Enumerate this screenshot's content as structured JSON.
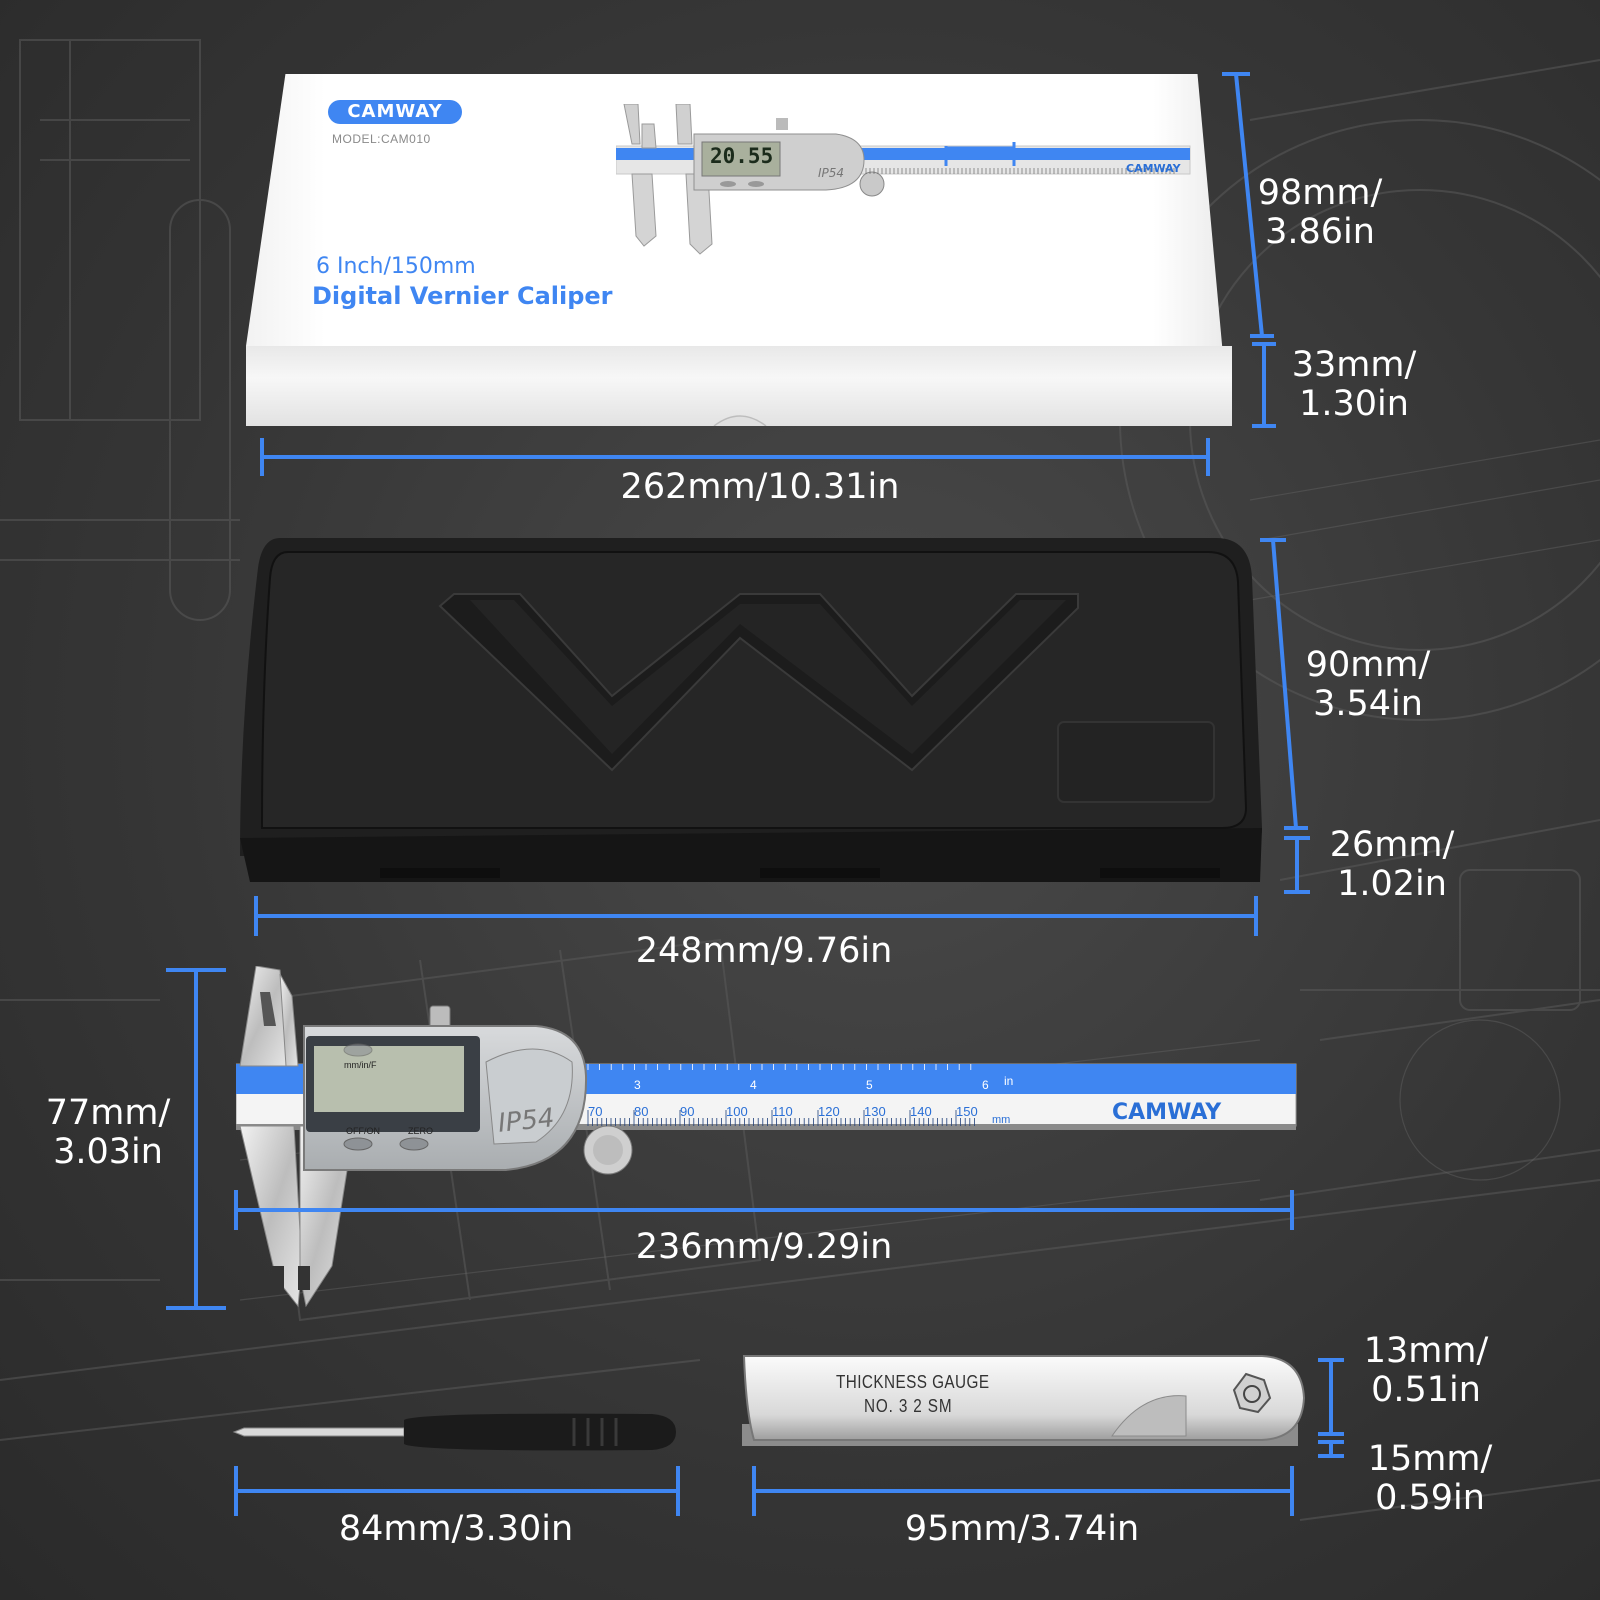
{
  "box": {
    "brand": "CAMWAY",
    "model": "MODEL:CAM010",
    "size_label": "6 Inch/150mm",
    "product_name": "Digital Vernier Caliper",
    "mini_display": "20.55",
    "mini_ip_rating": "IP54",
    "mini_brand": "CAMWAY"
  },
  "dimensions": {
    "box_height": [
      "98mm/",
      "3.86in"
    ],
    "box_depth": [
      "33mm/",
      "1.30in"
    ],
    "box_length": "262mm/10.31in",
    "case_height": [
      "90mm/",
      "3.54in"
    ],
    "case_depth": [
      "26mm/",
      "1.02in"
    ],
    "case_length": "248mm/9.76in",
    "caliper_height": [
      "77mm/",
      "3.03in"
    ],
    "caliper_length": "236mm/9.29in",
    "gauge_height": [
      "13mm/",
      "0.51in"
    ],
    "gauge_depth": [
      "15mm/",
      "0.59in"
    ],
    "screwdriver_length": "84mm/3.30in",
    "gauge_length": "95mm/3.74in"
  },
  "caliper": {
    "unit_button": "mm/in/F",
    "power_button": "OFF/ON",
    "zero_button": "ZERO",
    "ip_rating": "IP54",
    "brand": "CAMWAY",
    "inch_unit": "in",
    "mm_unit": "mm",
    "mm_scale": [
      "70",
      "80",
      "90",
      "100",
      "110",
      "120",
      "130",
      "140",
      "150"
    ],
    "inch_scale": [
      "3",
      "4",
      "5",
      "6"
    ]
  },
  "thickness_gauge": {
    "title": "THICKNESS GAUGE",
    "number": "NO. 3 2  SM"
  },
  "colors": {
    "accent": "#3f86f2",
    "background": "#3a3a3a",
    "case": "#1e1e1e",
    "dimension_text": "#ffffff"
  }
}
